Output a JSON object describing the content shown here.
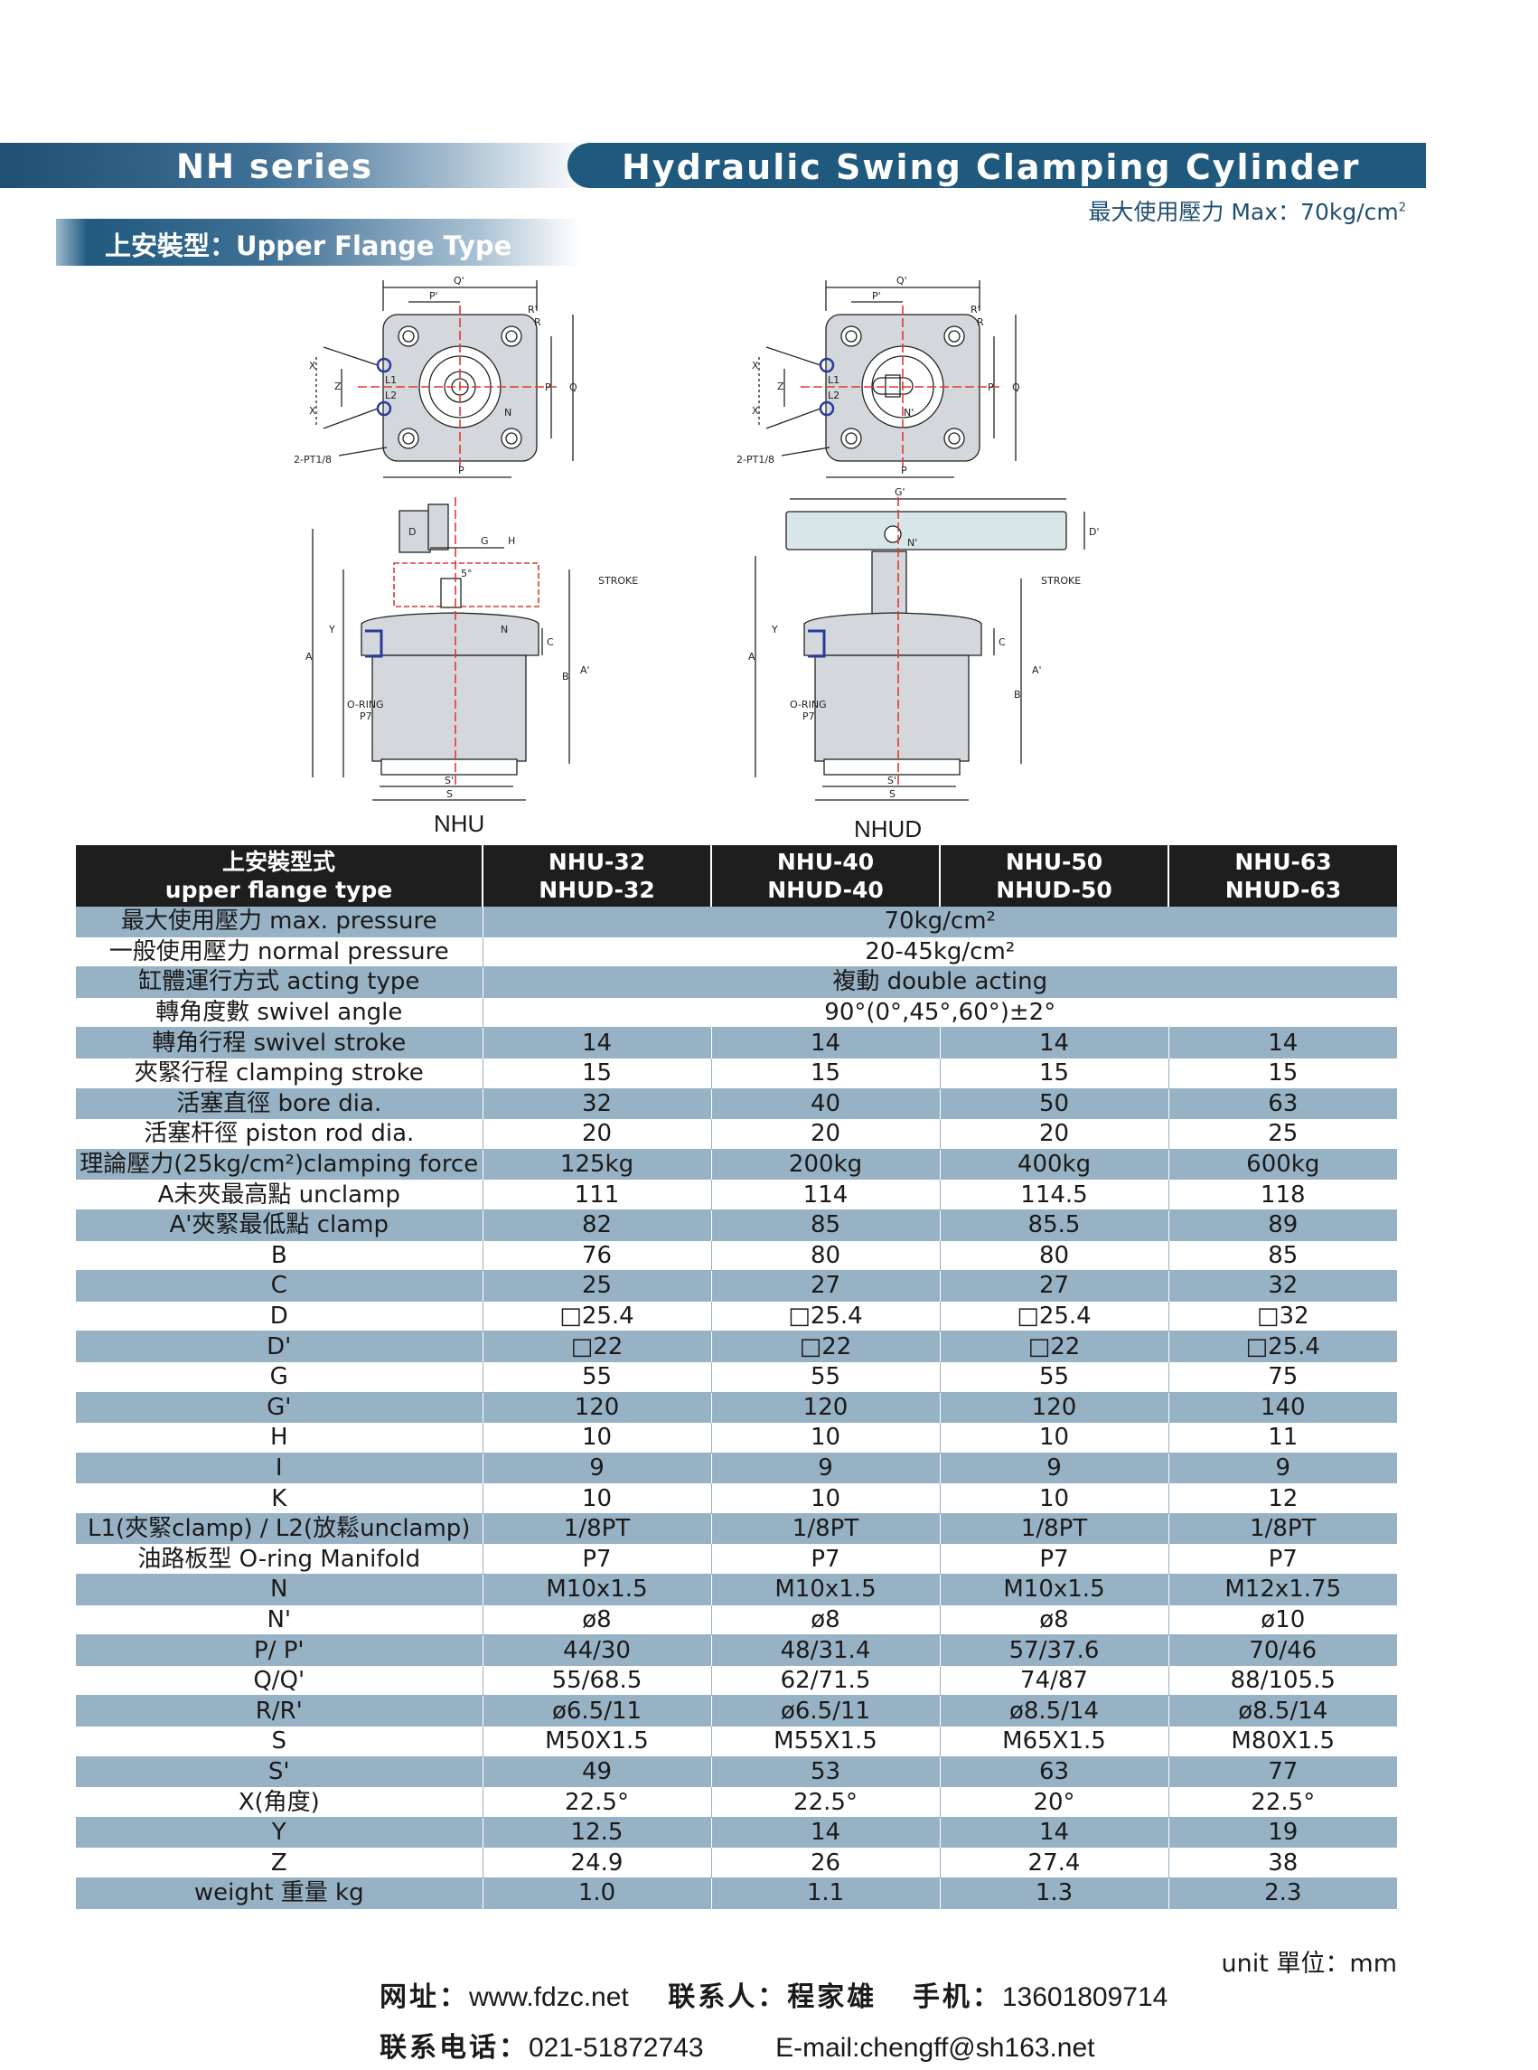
{
  "header": {
    "series": "NH series",
    "title": "Hydraulic Swing Clamping Cylinder",
    "max_pressure_label": "最大使用壓力 Max：70kg/cm",
    "max_pressure_sup": "2",
    "subtitle": "上安裝型：Upper Flange Type"
  },
  "drawings": {
    "nhu_label": "NHU",
    "nhud_label": "NHUD",
    "labels": {
      "q_prime": "Q'",
      "p_prime": "P'",
      "r_prime": "R'",
      "r": "R",
      "x": "X",
      "z": "Z",
      "l1": "L1",
      "l2": "L2",
      "p": "P",
      "q": "Q",
      "n": "N",
      "n_prime": "N'",
      "pt": "2-PT1/8",
      "d": "D",
      "d_prime": "D'",
      "g": "G",
      "g_prime": "G'",
      "h": "H",
      "five_deg": "5°",
      "stroke": "STROKE",
      "y": "Y",
      "a": "A",
      "a_prime": "A'",
      "b": "B",
      "c": "C",
      "oring": "O-RING",
      "p7": "P7",
      "s_prime": "S'",
      "s": "S"
    }
  },
  "table": {
    "header": {
      "label_zh": "上安裝型式",
      "label_en": "upper flange type",
      "models": [
        {
          "nhu": "NHU-32",
          "nhud": "NHUD-32"
        },
        {
          "nhu": "NHU-40",
          "nhud": "NHUD-40"
        },
        {
          "nhu": "NHU-50",
          "nhud": "NHUD-50"
        },
        {
          "nhu": "NHU-63",
          "nhud": "NHUD-63"
        }
      ]
    },
    "merged_rows": [
      {
        "label": "最大使用壓力 max. pressure",
        "value": "70kg/cm²"
      },
      {
        "label": "一般使用壓力 normal pressure",
        "value": "20-45kg/cm²"
      },
      {
        "label": "缸體運行方式 acting type",
        "value": "複動 double acting"
      },
      {
        "label": "轉角度數 swivel angle",
        "value": "90°(0°,45°,60°)±2°"
      }
    ],
    "rows": [
      {
        "label": "轉角行程 swivel stroke",
        "values": [
          "14",
          "14",
          "14",
          "14"
        ]
      },
      {
        "label": "夾緊行程 clamping stroke",
        "values": [
          "15",
          "15",
          "15",
          "15"
        ]
      },
      {
        "label": "活塞直徑 bore dia.",
        "values": [
          "32",
          "40",
          "50",
          "63"
        ]
      },
      {
        "label": "活塞杆徑 piston rod dia.",
        "values": [
          "20",
          "20",
          "20",
          "25"
        ]
      },
      {
        "label": "理論壓力(25kg/cm²)clamping force",
        "values": [
          "125kg",
          "200kg",
          "400kg",
          "600kg"
        ]
      },
      {
        "label": "A未夾最高點 unclamp",
        "values": [
          "111",
          "114",
          "114.5",
          "118"
        ]
      },
      {
        "label": "A'夾緊最低點 clamp",
        "values": [
          "82",
          "85",
          "85.5",
          "89"
        ]
      },
      {
        "label": "B",
        "values": [
          "76",
          "80",
          "80",
          "85"
        ]
      },
      {
        "label": "C",
        "values": [
          "25",
          "27",
          "27",
          "32"
        ]
      },
      {
        "label": "D",
        "values": [
          "□25.4",
          "□25.4",
          "□25.4",
          "□32"
        ]
      },
      {
        "label": "D'",
        "values": [
          "□22",
          "□22",
          "□22",
          "□25.4"
        ]
      },
      {
        "label": "G",
        "values": [
          "55",
          "55",
          "55",
          "75"
        ]
      },
      {
        "label": "G'",
        "values": [
          "120",
          "120",
          "120",
          "140"
        ]
      },
      {
        "label": "H",
        "values": [
          "10",
          "10",
          "10",
          "11"
        ]
      },
      {
        "label": "I",
        "values": [
          "9",
          "9",
          "9",
          "9"
        ]
      },
      {
        "label": "K",
        "values": [
          "10",
          "10",
          "10",
          "12"
        ]
      },
      {
        "label": "L1(夾緊clamp) / L2(放鬆unclamp)",
        "values": [
          "1/8PT",
          "1/8PT",
          "1/8PT",
          "1/8PT"
        ]
      },
      {
        "label": "油路板型 O-ring Manifold",
        "values": [
          "P7",
          "P7",
          "P7",
          "P7"
        ]
      },
      {
        "label": "N",
        "values": [
          "M10x1.5",
          "M10x1.5",
          "M10x1.5",
          "M12x1.75"
        ]
      },
      {
        "label": "N'",
        "values": [
          "ø8",
          "ø8",
          "ø8",
          "ø10"
        ]
      },
      {
        "label": "P/ P'",
        "values": [
          "44/30",
          "48/31.4",
          "57/37.6",
          "70/46"
        ]
      },
      {
        "label": "Q/Q'",
        "values": [
          "55/68.5",
          "62/71.5",
          "74/87",
          "88/105.5"
        ]
      },
      {
        "label": "R/R'",
        "values": [
          "ø6.5/11",
          "ø6.5/11",
          "ø8.5/14",
          "ø8.5/14"
        ]
      },
      {
        "label": "S",
        "values": [
          "M50X1.5",
          "M55X1.5",
          "M65X1.5",
          "M80X1.5"
        ]
      },
      {
        "label": "S'",
        "values": [
          "49",
          "53",
          "63",
          "77"
        ]
      },
      {
        "label": "X(角度)",
        "values": [
          "22.5°",
          "22.5°",
          "20°",
          "22.5°"
        ]
      },
      {
        "label": "Y",
        "values": [
          "12.5",
          "14",
          "14",
          "19"
        ]
      },
      {
        "label": "Z",
        "values": [
          "24.9",
          "26",
          "27.4",
          "38"
        ]
      },
      {
        "label": "weight 重量 kg",
        "values": [
          "1.0",
          "1.1",
          "1.3",
          "2.3"
        ]
      }
    ],
    "unit_note": "unit 單位：mm"
  },
  "footer": {
    "site_label": "网址：",
    "site": "www.fdzc.net",
    "contact_label": "联系人：",
    "contact": "程家雄",
    "mobile_label": "手机：",
    "mobile": "13601809714",
    "phone_label": "联系电话：",
    "phone": "021-51872743",
    "email": "E-mail:chengff@sh163.net"
  },
  "colors": {
    "band_dark": "#1f5a7e",
    "row_shade": "#98b2c5",
    "header_black": "#1e1e1e",
    "center_line_red": "#e03a2a",
    "port_blue": "#2a3a9a",
    "part_gray": "#d4d8dc"
  }
}
